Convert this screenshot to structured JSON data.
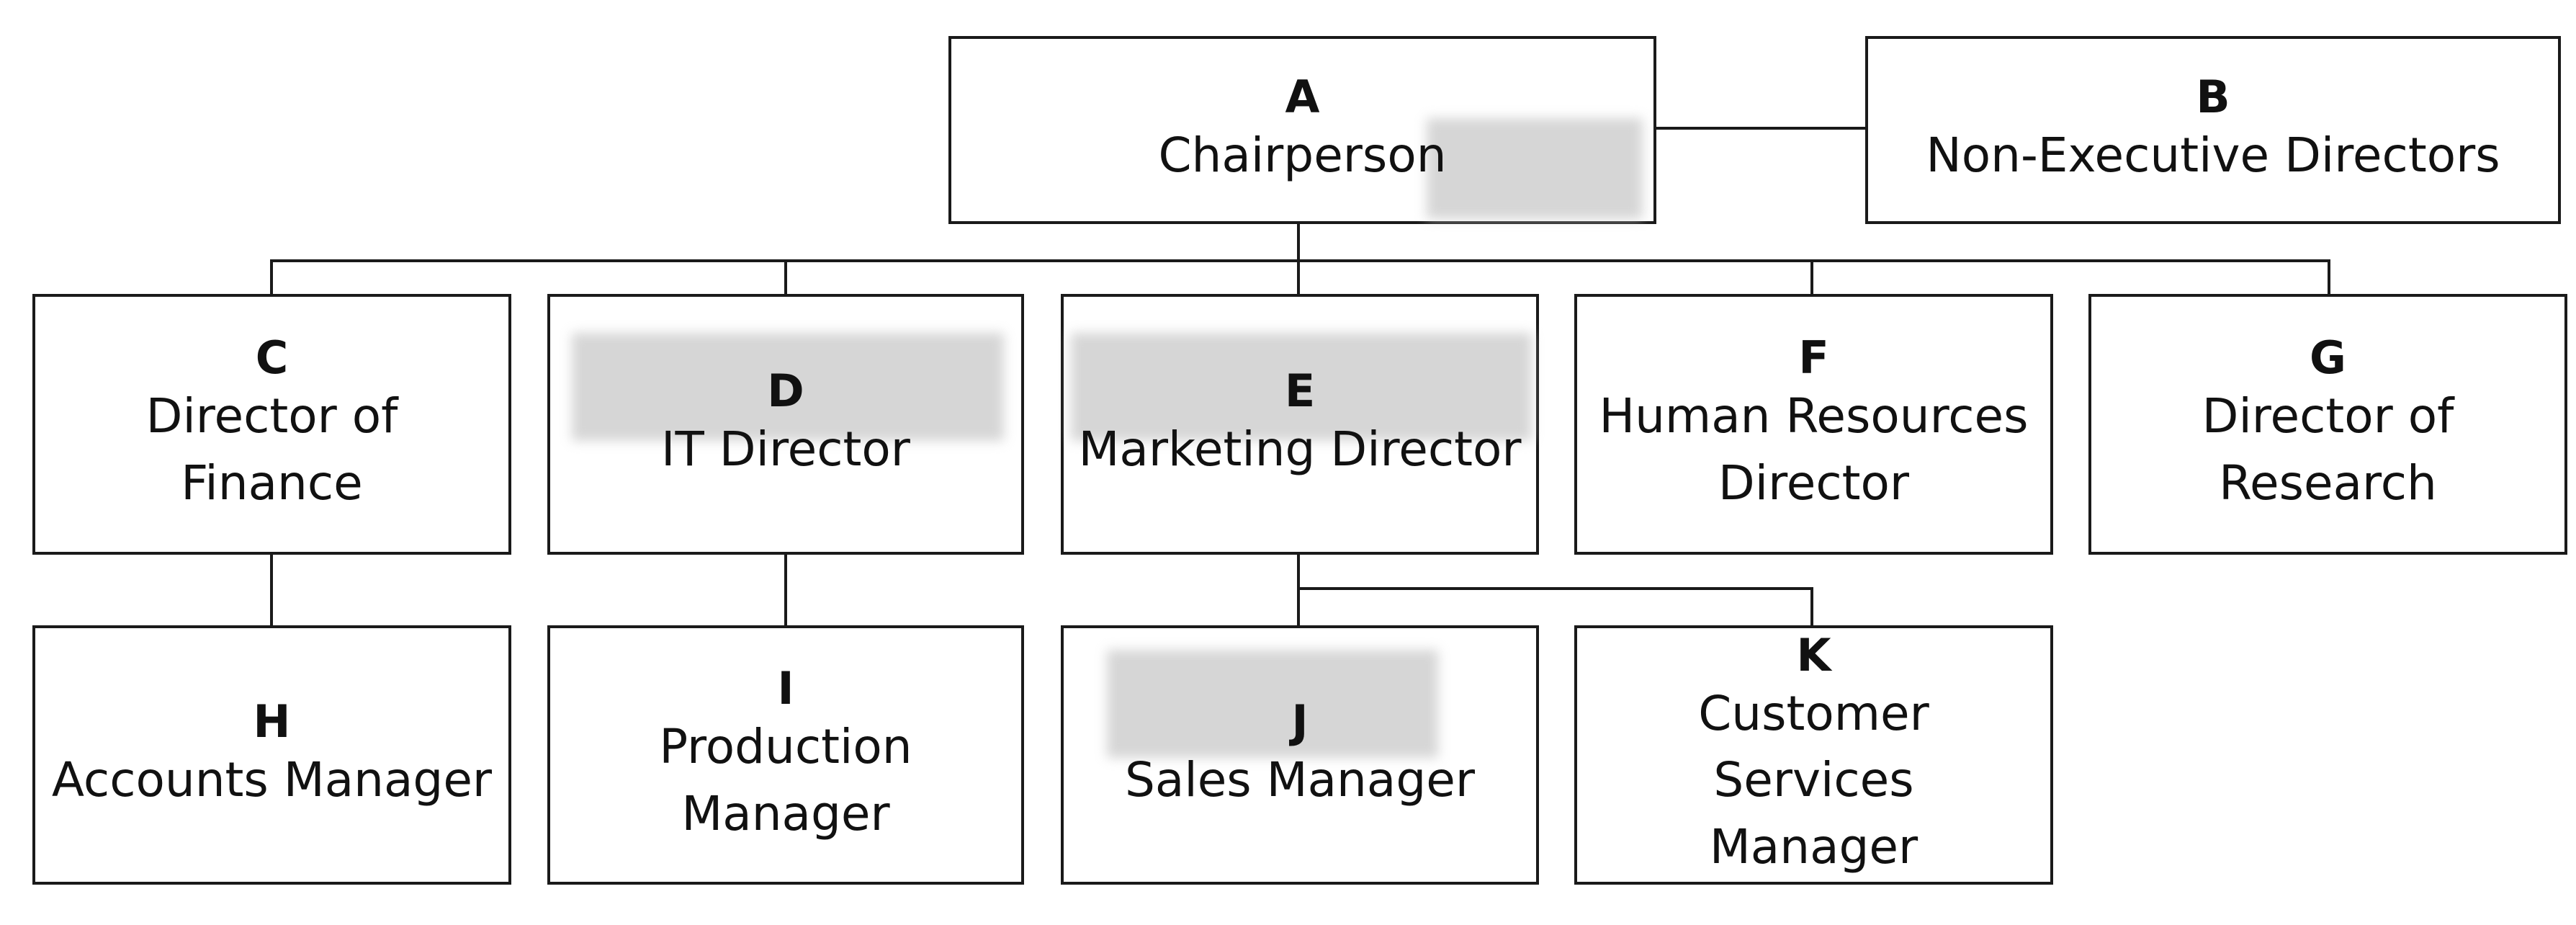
{
  "nodes": {
    "a": {
      "letter": "A",
      "role": "Chairperson"
    },
    "b": {
      "letter": "B",
      "role": "Non-Executive Directors"
    },
    "c": {
      "letter": "C",
      "role": "Director of\nFinance"
    },
    "d": {
      "letter": "D",
      "role": "IT Director"
    },
    "e": {
      "letter": "E",
      "role": "Marketing Director"
    },
    "f": {
      "letter": "F",
      "role": "Human Resources\nDirector"
    },
    "g": {
      "letter": "G",
      "role": "Director of\nResearch"
    },
    "h": {
      "letter": "H",
      "role": "Accounts Manager"
    },
    "i": {
      "letter": "I",
      "role": "Production\nManager"
    },
    "j": {
      "letter": "J",
      "role": "Sales Manager"
    },
    "k": {
      "letter": "K",
      "role": "Customer Services\nManager"
    }
  },
  "edges": [
    [
      "A",
      "B"
    ],
    [
      "A",
      "C"
    ],
    [
      "A",
      "D"
    ],
    [
      "A",
      "E"
    ],
    [
      "A",
      "F"
    ],
    [
      "A",
      "G"
    ],
    [
      "C",
      "H"
    ],
    [
      "D",
      "I"
    ],
    [
      "E",
      "J"
    ],
    [
      "E",
      "K"
    ]
  ]
}
